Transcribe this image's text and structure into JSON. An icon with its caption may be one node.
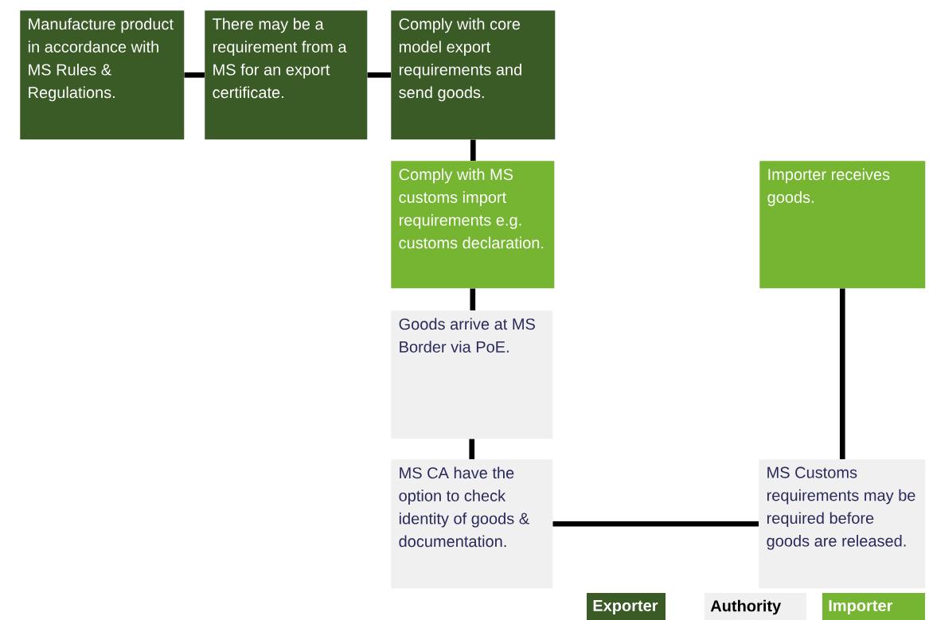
{
  "diagram": {
    "nodes": [
      {
        "text": [
          "Manufacture product in accordance with MS Rules & Regulations."
        ]
      },
      {
        "text": [
          "There may be a requirement from a MS for an export certificate."
        ]
      },
      {
        "text": [
          "Comply with core model export requirements and send goods."
        ]
      },
      {
        "text": [
          "Comply with MS customs import requirements e.g. customs declaration."
        ]
      },
      {
        "text": [
          "Importer receives goods."
        ]
      },
      {
        "text": [
          "Goods arrive at MS Border via PoE."
        ]
      },
      {
        "text": [
          "MS CA have the option to check identity of goods & documentation."
        ]
      },
      {
        "text": [
          "MS Customs requirements may be required before goods are released."
        ]
      }
    ],
    "edges": [
      {
        "from": 0,
        "to": 1,
        "arrow": "none"
      },
      {
        "from": 1,
        "to": 2,
        "arrow": "none"
      },
      {
        "from": 2,
        "to": 3,
        "arrow": "none"
      },
      {
        "from": 3,
        "to": 5,
        "arrow": "none"
      },
      {
        "from": 5,
        "to": 6,
        "arrow": "none"
      },
      {
        "from": 6,
        "to": 7,
        "arrow": "none"
      },
      {
        "from": 4,
        "to": 7,
        "arrow": "none"
      }
    ],
    "legend": [
      {
        "text": "Exporter",
        "color": "#3a5a26"
      },
      {
        "text": "Authority",
        "color": "#f0f0f0"
      },
      {
        "text": "Importer",
        "color": "#76b531"
      }
    ]
  }
}
